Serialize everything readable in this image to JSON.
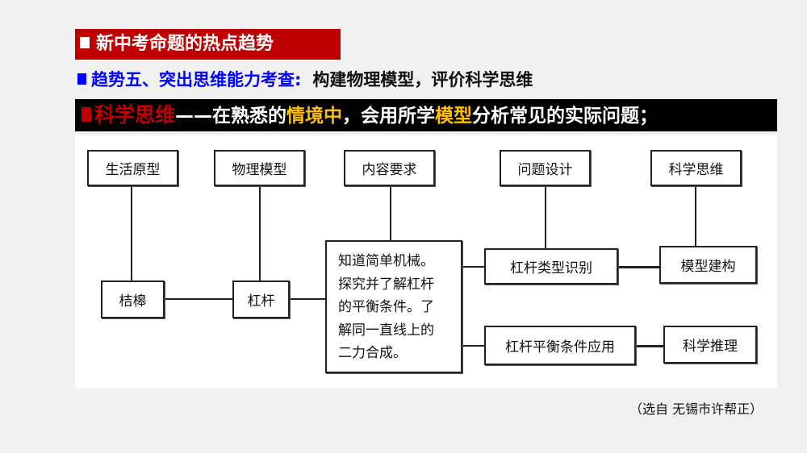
{
  "header": {
    "title": "新中考命题的热点趋势"
  },
  "trend": {
    "label": "趋势五、突出思维能力考查:",
    "text": "构建物理模型，评价科学思维"
  },
  "banner": {
    "part1": "科学思维",
    "part2": "——在熟悉的",
    "part3": "情境中",
    "part4": "，会用所学",
    "part5": "模型",
    "part6": "分析常见的实际问题；"
  },
  "diagram": {
    "headers": [
      "生活原型",
      "物理模型",
      "内容要求",
      "问题设计",
      "科学思维"
    ],
    "prototype": "桔槔",
    "model": "杠杆",
    "requirement_lines": [
      "知道简单机械。",
      "探究并了解杠杆",
      "的平衡条件。了",
      "解同一直线上的",
      "二力合成。"
    ],
    "design1": "杠杆类型识别",
    "design2": "杠杆平衡条件应用",
    "thinking1": "模型建构",
    "thinking2": "科学推理"
  },
  "source": "（选自 无锡市许帮正）",
  "colors": {
    "red": "#c00000",
    "blue": "#0000ff",
    "gold": "#ffc000"
  }
}
